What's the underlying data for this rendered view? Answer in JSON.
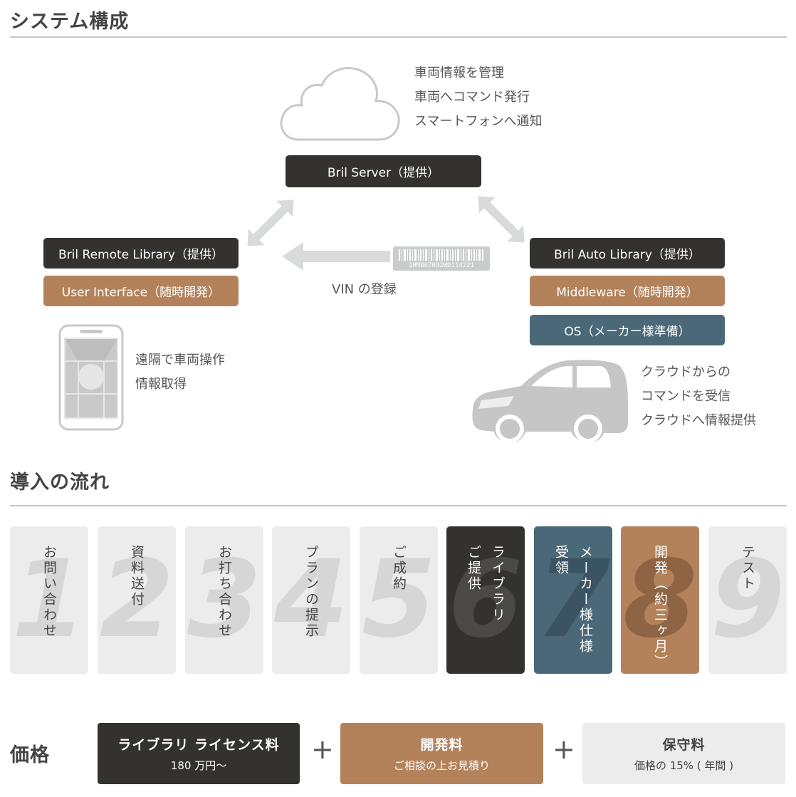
{
  "system": {
    "title": "システム構成",
    "server_box": "Bril Server（提供）",
    "server_notes": [
      "車両情報を管理",
      "車両へコマンド発行",
      "スマートフォンへ通知"
    ],
    "remote_box": "Bril Remote Library（提供）",
    "ui_box": "User Interface（随時開発）",
    "phone_notes": [
      "遠隔で車両操作",
      "情報取得"
    ],
    "auto_box": "Bril Auto Library（提供）",
    "middleware_box": "Middleware（随時開発）",
    "os_box": "OS（メーカー様準備）",
    "car_notes": [
      "クラウドからの",
      "コマンドを受信",
      "クラウドへ情報提供"
    ],
    "vin_label": "VIN の登録",
    "vin_code": "1HMB67092WD114221"
  },
  "flow": {
    "title": "導入の流れ",
    "steps": [
      {
        "num": "1",
        "label": "お問い合わせ"
      },
      {
        "num": "2",
        "label": "資料送付"
      },
      {
        "num": "3",
        "label": "お打ち合わせ"
      },
      {
        "num": "4",
        "label": "プランの提示"
      },
      {
        "num": "5",
        "label": "ご成約"
      },
      {
        "num": "6",
        "label": "ライブラリ\nご提供"
      },
      {
        "num": "7",
        "label": "メーカー様仕様\n受領"
      },
      {
        "num": "8",
        "label": "開発（約三ヶ月）"
      },
      {
        "num": "9",
        "label": "テスト"
      }
    ]
  },
  "price": {
    "title": "価格",
    "license_title": "ライブラリ ライセンス料",
    "license_sub": "180 万円〜",
    "dev_title": "開発料",
    "dev_sub": "ご相談の上お見積り",
    "maint_title": "保守料",
    "maint_sub": "価格の 15% ( 年間 )",
    "plus": "+"
  },
  "colors": {
    "dark": "#333231",
    "brown": "#b3825b",
    "teal": "#4a6878",
    "light": "#ececec"
  }
}
